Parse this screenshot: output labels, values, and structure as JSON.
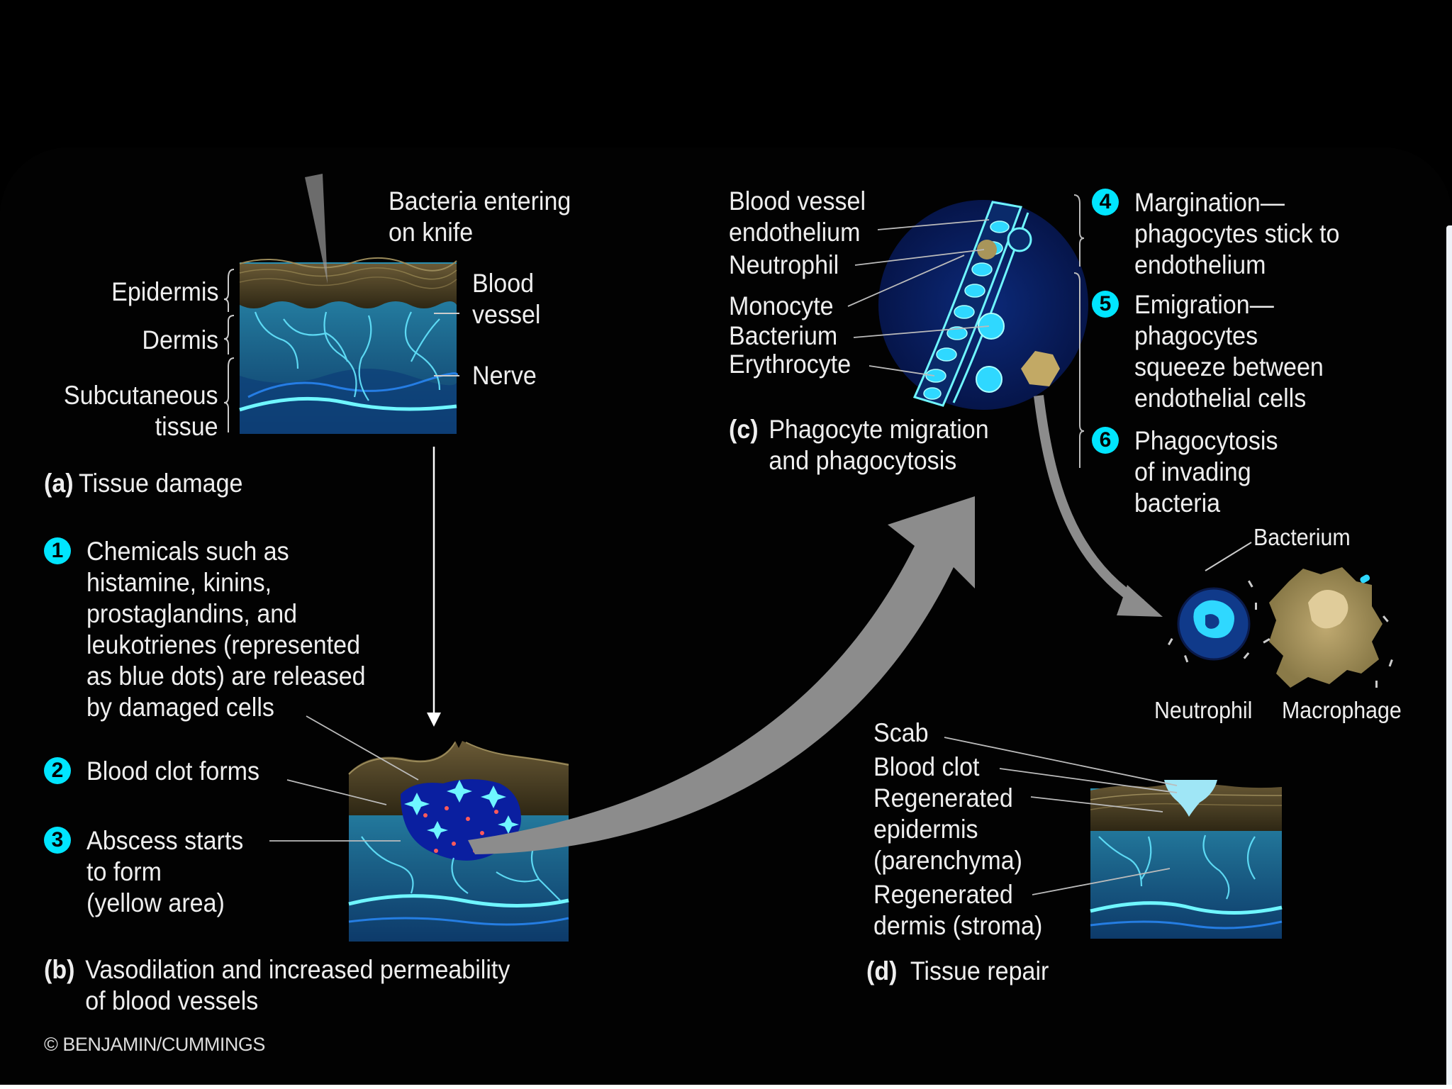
{
  "panel_a": {
    "bacteria_label": "Bacteria entering\non knife",
    "epidermis": "Epidermis",
    "dermis": "Dermis",
    "subcutaneous": "Subcutaneous\ntissue",
    "blood_vessel": "Blood\nvessel",
    "nerve": "Nerve",
    "caption_letter": "(a)",
    "caption_text": "Tissue damage"
  },
  "panel_b": {
    "steps": [
      {
        "num": "1",
        "text": "Chemicals such as\nhistamine, kinins,\nprostaglandins, and\nleukotrienes (represented\nas blue dots) are released\nby damaged cells"
      },
      {
        "num": "2",
        "text": "Blood clot forms"
      },
      {
        "num": "3",
        "text": "Abscess starts\nto form\n(yellow area)"
      }
    ],
    "caption_letter": "(b)",
    "caption_text": "Vasodilation and increased permeability\nof blood vessels"
  },
  "panel_c": {
    "labels": [
      "Blood vessel\nendothelium",
      "Neutrophil",
      "Monocyte",
      "Bacterium",
      "Erythrocyte"
    ],
    "caption_letter": "(c)",
    "caption_text": "Phagocyte migration\nand phagocytosis",
    "steps": [
      {
        "num": "4",
        "text": "Margination—\nphagocytes stick to\nendothelium"
      },
      {
        "num": "5",
        "text": "Emigration—\nphagocytes\nsqueeze between\nendothelial cells"
      },
      {
        "num": "6",
        "text": "Phagocytosis\nof invading\nbacteria"
      }
    ],
    "bacterium_label": "Bacterium",
    "neutrophil_label": "Neutrophil",
    "macrophage_label": "Macrophage"
  },
  "panel_d": {
    "scab": "Scab",
    "blood_clot": "Blood clot",
    "regen_epidermis": "Regenerated\nepidermis\n(parenchyma)",
    "regen_dermis": "Regenerated\ndermis (stroma)",
    "caption_letter": "(d)",
    "caption_text": "Tissue repair"
  },
  "copyright": "© BENJAMIN/CUMMINGS",
  "colors": {
    "background": "#000000",
    "accent_cyan": "#00e5ff",
    "epidermis_brown": "#4a3e22",
    "dermis_blue": "#1e6a8c",
    "vessel_glow": "#5ff0ff",
    "arrow_gray": "#8c8c8c",
    "macrophage_tan": "#a8955a"
  }
}
